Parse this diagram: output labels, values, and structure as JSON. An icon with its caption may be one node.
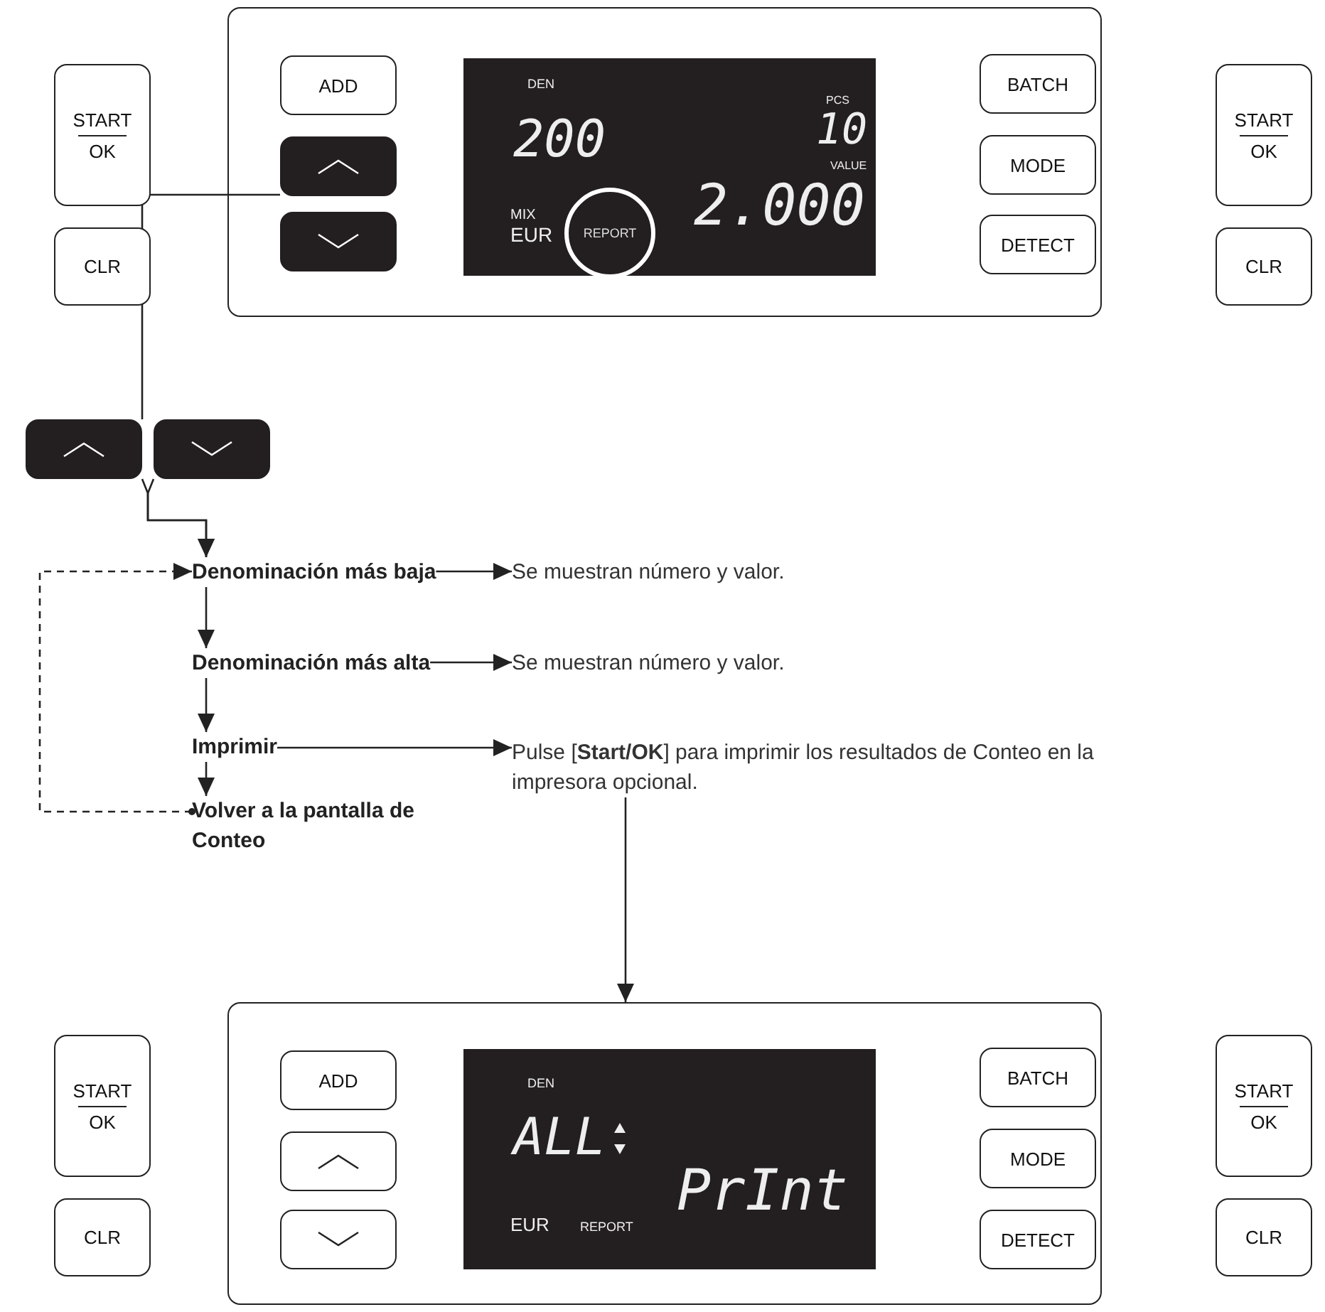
{
  "diagram": {
    "nodes": [
      {
        "text": [
          "START",
          "OK"
        ]
      },
      {
        "text": [
          "CLR"
        ]
      },
      {
        "text": [],
        "shape": "box"
      },
      {
        "text": [
          "ADD"
        ],
        "in": 2
      },
      {
        "text": [],
        "shape": "box",
        "in": 2
      },
      {
        "text": [],
        "shape": "box",
        "in": 2
      },
      {
        "text": [
          "DEN",
          "200",
          "PCS",
          "10",
          "VALUE",
          "MIX",
          "EUR",
          "2.000"
        ],
        "in": 2
      },
      {
        "text": [
          "REPORT"
        ],
        "in": 6
      },
      {
        "text": [
          "BATCH"
        ],
        "in": 2
      },
      {
        "text": [
          "MODE"
        ],
        "in": 2
      },
      {
        "text": [
          "DETECT"
        ],
        "in": 2
      },
      {
        "text": [
          "START",
          "OK"
        ]
      },
      {
        "text": [
          "CLR"
        ]
      },
      {
        "text": [],
        "shape": "box"
      },
      {
        "text": [],
        "shape": "box"
      },
      {
        "text": [
          "Denominación más baja"
        ]
      },
      {
        "text": [
          "Denominación más alta"
        ]
      },
      {
        "text": [
          "Imprimir"
        ]
      },
      {
        "text": [
          "Volver a la pantalla de Conteo"
        ]
      },
      {
        "text": [
          "Se muestran número y valor."
        ]
      },
      {
        "text": [
          "Se muestran número y valor."
        ]
      },
      {
        "text": [
          "Pulse [**Start/OK**] para imprimir los resultados de Conteo en la impresora opcional."
        ]
      },
      {
        "text": [
          "START",
          "OK"
        ]
      },
      {
        "text": [
          "CLR"
        ]
      },
      {
        "text": [],
        "shape": "box"
      },
      {
        "text": [
          "ADD"
        ],
        "in": 24
      },
      {
        "text": [],
        "shape": "box",
        "in": 24
      },
      {
        "text": [],
        "shape": "box",
        "in": 24
      },
      {
        "text": [
          "DEN",
          "ALL",
          "EUR",
          "REPORT",
          "PrInt"
        ],
        "in": 24
      },
      {
        "text": [
          "BATCH"
        ],
        "in": 24
      },
      {
        "text": [
          "MODE"
        ],
        "in": 24
      },
      {
        "text": [
          "DETECT"
        ],
        "in": 24
      },
      {
        "text": [
          "START",
          "OK"
        ]
      },
      {
        "text": [
          "CLR"
        ]
      }
    ],
    "edges": [
      {
        "from": 4,
        "to": 13,
        "arrow": "none"
      },
      {
        "from": 13,
        "to": 15,
        "arrow": "to"
      },
      {
        "from": 14,
        "to": 15,
        "arrow": "to"
      },
      {
        "from": 15,
        "to": 16,
        "arrow": "to"
      },
      {
        "from": 16,
        "to": 17,
        "arrow": "to"
      },
      {
        "from": 17,
        "to": 18,
        "arrow": "to"
      },
      {
        "from": 18,
        "to": 15,
        "arrow": "to",
        "style": "dashed"
      },
      {
        "from": 15,
        "to": 19,
        "arrow": "to"
      },
      {
        "from": 16,
        "to": 20,
        "arrow": "to"
      },
      {
        "from": 17,
        "to": 21,
        "arrow": "to"
      },
      {
        "from": 21,
        "to": 24,
        "arrow": "to"
      }
    ]
  }
}
